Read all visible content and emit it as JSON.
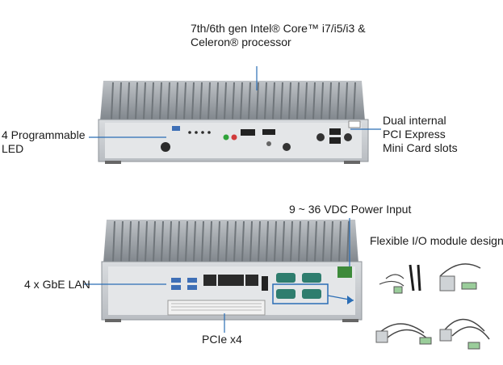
{
  "callouts": {
    "processor": "7th/6th gen Intel® Core™ i7/i5/i3 &\nCeleron® processor",
    "programmable_led": "4 Programmable\nLED",
    "mini_card": "Dual internal\nPCI Express\nMini Card slots",
    "power_input": "9 ~ 36 VDC Power Input",
    "io_module": "Flexible I/O module design",
    "gbe_lan": "4 x GbE LAN",
    "pcie": "PCIe x4"
  },
  "colors": {
    "chassis": "#c9cdd1",
    "fins": "#9ea3a8",
    "panel": "#e6e8ea",
    "connector_blue": "#3e6fb6",
    "terminal_green": "#3d8a3a",
    "callout_line": "#2a6db5"
  }
}
